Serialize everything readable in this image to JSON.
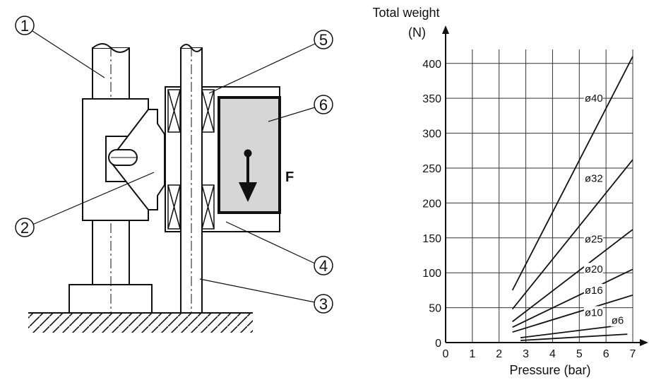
{
  "diagram": {
    "callouts": [
      "1",
      "2",
      "3",
      "4",
      "5",
      "6"
    ],
    "force_label": "F"
  },
  "chart_data": {
    "type": "line",
    "title": "Total weight",
    "ylabel": "(N)",
    "xlabel": "Pressure (bar)",
    "xlim": [
      0,
      7
    ],
    "ylim": [
      0,
      420
    ],
    "x_ticks": [
      0,
      1,
      2,
      3,
      4,
      5,
      6,
      7
    ],
    "y_ticks": [
      0,
      50,
      100,
      150,
      200,
      250,
      300,
      350,
      400
    ],
    "grid": true,
    "series": [
      {
        "name": "ø40",
        "x": [
          2.5,
          7.0
        ],
        "y": [
          75,
          410
        ]
      },
      {
        "name": "ø32",
        "x": [
          2.5,
          7.0
        ],
        "y": [
          48,
          262
        ]
      },
      {
        "name": "ø25",
        "x": [
          2.5,
          7.0
        ],
        "y": [
          30,
          162
        ]
      },
      {
        "name": "ø20",
        "x": [
          2.5,
          7.0
        ],
        "y": [
          22,
          105
        ]
      },
      {
        "name": "ø16",
        "x": [
          2.5,
          7.0
        ],
        "y": [
          15,
          68
        ]
      },
      {
        "name": "ø10",
        "x": [
          2.8,
          6.4
        ],
        "y": [
          7,
          24
        ]
      },
      {
        "name": "ø6",
        "x": [
          2.8,
          6.8
        ],
        "y": [
          3,
          12
        ]
      }
    ],
    "series_label_pos": [
      {
        "x": 5.2,
        "y": 345
      },
      {
        "x": 5.2,
        "y": 230
      },
      {
        "x": 5.2,
        "y": 143
      },
      {
        "x": 5.2,
        "y": 100
      },
      {
        "x": 5.2,
        "y": 70
      },
      {
        "x": 5.2,
        "y": 38
      },
      {
        "x": 6.2,
        "y": 27
      }
    ]
  }
}
